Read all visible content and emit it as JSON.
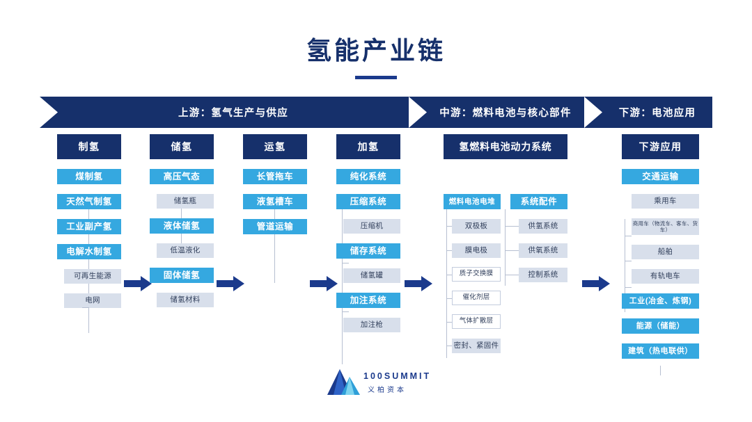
{
  "title": "氢能产业链",
  "banner": {
    "upstream": "上游：氢气生产与供应",
    "midstream": "中游：燃料电池与核心部件",
    "downstream": "下游：电池应用"
  },
  "columns": {
    "zhiqing": {
      "head": "制氢",
      "items": [
        "煤制氢",
        "天然气制氢",
        "工业副产氢",
        "电解水制氢"
      ],
      "sub": [
        "可再生能源",
        "电网"
      ]
    },
    "chuqing": {
      "head": "储氢",
      "i1": "高压气态",
      "s1": "储氢瓶",
      "i2": "液体储氢",
      "s2": "低温液化",
      "i3": "固体储氢",
      "s3": "储氢材料"
    },
    "yunqing": {
      "head": "运氢",
      "items": [
        "长管拖车",
        "液氢槽车",
        "管道运输"
      ]
    },
    "jiaqing": {
      "head": "加氢",
      "i1": "纯化系统",
      "i2": "压缩系统",
      "s2": "压缩机",
      "i3": "储存系统",
      "s3": "储氢罐",
      "i4": "加注系统",
      "s4": "加注枪"
    },
    "midsystem": {
      "head": "氢燃料电池动力系统",
      "stack": {
        "head": "燃料电池电堆",
        "items": [
          "双极板",
          "膜电极"
        ],
        "deep": [
          "质子交换膜",
          "催化剂层",
          "气体扩散层"
        ],
        "last": "密封、紧固件"
      },
      "accessories": {
        "head": "系统配件",
        "items": [
          "供氢系统",
          "供氧系统",
          "控制系统"
        ]
      }
    },
    "downstream": {
      "head": "下游应用",
      "transport": "交通运输",
      "transport_items": [
        "乘用车",
        "商用车（物流车、客车、货车）",
        "船舶",
        "有轨电车"
      ],
      "others": [
        "工业(冶金、炼钢)",
        "能源（储能）",
        "建筑（热电联供）"
      ]
    }
  },
  "logo": {
    "main": "100SUMMIT",
    "sub": "义柏资本"
  },
  "colors": {
    "navy": "#16306b",
    "arrow_blue": "#1b3a8c",
    "cyan": "#35a8e0",
    "light": "#d8dfeb",
    "line": "#b6bfd1"
  },
  "chart_data": {
    "type": "diagram",
    "title": "氢能产业链",
    "stages": [
      {
        "stage": "上游：氢气生产与供应",
        "nodes": [
          {
            "name": "制氢",
            "children": [
              "煤制氢",
              "天然气制氢",
              "工业副产氢",
              "电解水制氢",
              "可再生能源",
              "电网"
            ]
          },
          {
            "name": "储氢",
            "children": [
              "高压气态",
              "储氢瓶",
              "液体储氢",
              "低温液化",
              "固体储氢",
              "储氢材料"
            ]
          },
          {
            "name": "运氢",
            "children": [
              "长管拖车",
              "液氢槽车",
              "管道运输"
            ]
          },
          {
            "name": "加氢",
            "children": [
              "纯化系统",
              "压缩系统",
              "压缩机",
              "储存系统",
              "储氢罐",
              "加注系统",
              "加注枪"
            ]
          }
        ]
      },
      {
        "stage": "中游：燃料电池与核心部件",
        "nodes": [
          {
            "name": "氢燃料电池动力系统",
            "children": [
              "燃料电池电堆",
              "双极板",
              "膜电极",
              "质子交换膜",
              "催化剂层",
              "气体扩散层",
              "密封、紧固件",
              "系统配件",
              "供氢系统",
              "供氧系统",
              "控制系统"
            ]
          }
        ]
      },
      {
        "stage": "下游：电池应用",
        "nodes": [
          {
            "name": "下游应用",
            "children": [
              "交通运输",
              "乘用车",
              "商用车（物流车、客车、货车）",
              "船舶",
              "有轨电车",
              "工业(冶金、炼钢)",
              "能源（储能）",
              "建筑（热电联供）"
            ]
          }
        ]
      }
    ]
  }
}
